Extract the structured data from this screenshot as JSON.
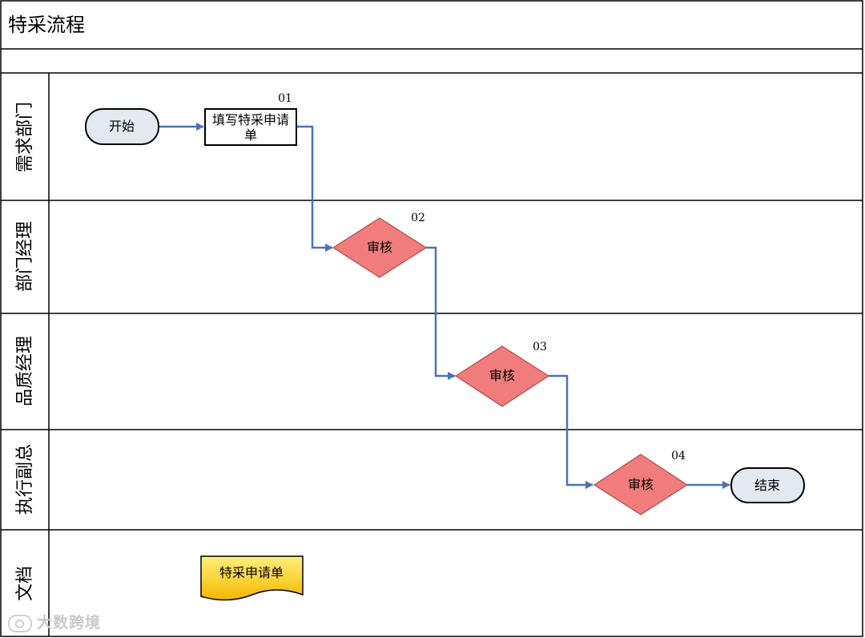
{
  "title": "特采流程",
  "lanes": [
    {
      "label": "需求部门"
    },
    {
      "label": "部门经理"
    },
    {
      "label": "品质经理"
    },
    {
      "label": "执行副总"
    },
    {
      "label": "文档"
    }
  ],
  "nodes": {
    "start": {
      "label": "开始"
    },
    "fill_form": {
      "line1": "填写特采申请",
      "line2": "单",
      "step": "01"
    },
    "review_dept": {
      "label": "审核",
      "step": "02"
    },
    "review_quality": {
      "label": "审核",
      "step": "03"
    },
    "review_vp": {
      "label": "审核",
      "step": "04"
    },
    "end": {
      "label": "结束"
    },
    "document": {
      "label": "特采申请单"
    }
  },
  "colors": {
    "diamond_fill": "#f07c7c",
    "diamond_stroke": "#b24c4c",
    "terminal_fill": "#e3e9f1",
    "arrow": "#4a73b5",
    "document_fill": "#ffd42a"
  },
  "watermark": "大数跨境"
}
